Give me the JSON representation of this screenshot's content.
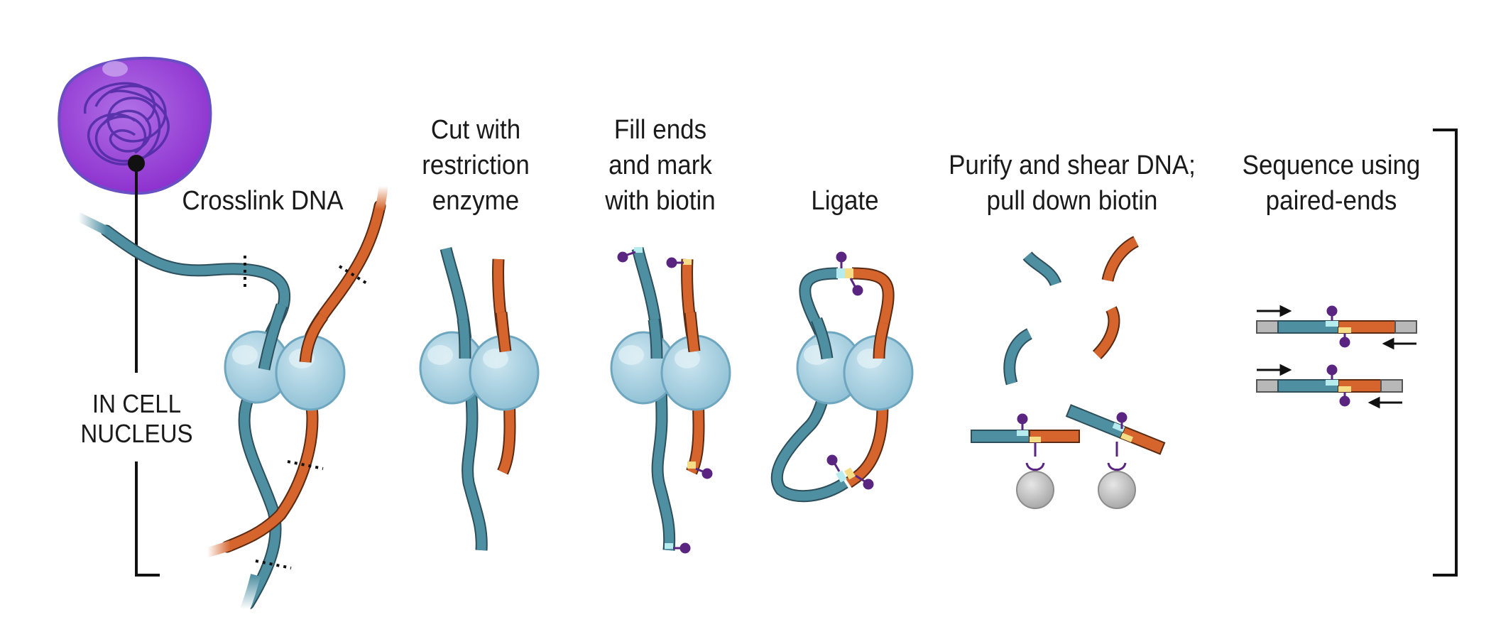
{
  "labels": {
    "step1": "Crosslink DNA",
    "step2": [
      "Cut with",
      "restriction",
      "enzyme"
    ],
    "step3": [
      "Fill ends",
      "and mark",
      "with biotin"
    ],
    "step4": "Ligate",
    "step5": [
      "Purify and shear DNA;",
      "pull down biotin"
    ],
    "step6": [
      "Sequence using",
      "paired-ends"
    ],
    "nucleus": [
      "IN CELL",
      "NUCLEUS"
    ]
  },
  "colors": {
    "teal": "#4e8fa2",
    "teal_light": "#a9d3dc",
    "orange": "#d5652c",
    "orange_light": "#f2b47e",
    "protein": "#a9d2e3",
    "protein_dark": "#6fa6bf",
    "biotin": "#5a2580",
    "cell": "#8e32cf",
    "cell_edge": "#6a4fc4",
    "bead": "#b4b4b4",
    "adapter": "#b8b8b8",
    "marker_cyan": "#b7ecef",
    "marker_yellow": "#f4dd86",
    "line": "#1a1a1a"
  }
}
